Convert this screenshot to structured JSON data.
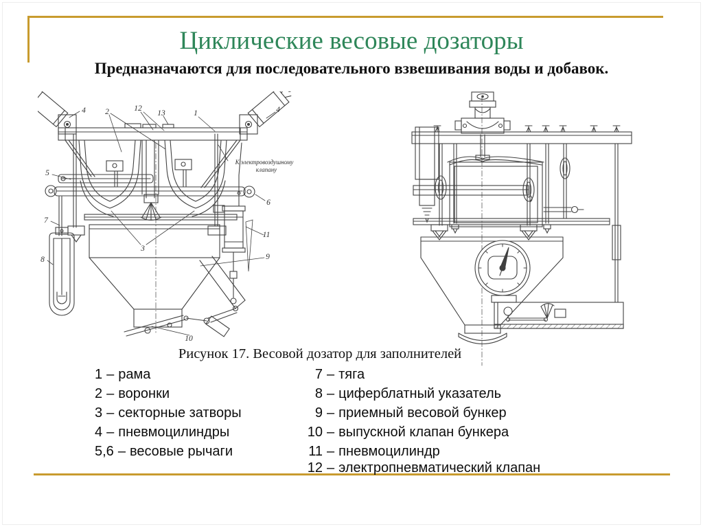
{
  "slide": {
    "title": "Циклические весовые дозаторы",
    "subtitle": "Предназначаются для последовательного взвешивания воды и добавок.",
    "figure_caption": "Рисунок 17. Весовой дозатор для заполнителей"
  },
  "colors": {
    "title_green": "#2E8659",
    "accent_gold": "#C89B2E",
    "drawing_stroke": "#404040"
  },
  "diagram": {
    "note_line1": "К электровоздушному",
    "note_line2": "клапану",
    "callouts": {
      "c1": "1",
      "c2": "2",
      "c3": "3",
      "c4a": "4",
      "c4b": "4",
      "c5": "5",
      "c6": "6",
      "c7": "7",
      "c8": "8",
      "c9": "9",
      "c10": "10",
      "c11": "11",
      "c12": "12",
      "c13": "13"
    }
  },
  "legend": {
    "separator": "–",
    "left": [
      {
        "num": "1",
        "name": "рама"
      },
      {
        "num": "2",
        "name": "воронки"
      },
      {
        "num": "3",
        "name": "секторные затворы"
      },
      {
        "num": "4",
        "name": "пневмоцилиндры"
      },
      {
        "num": "5,6",
        "name": "весовые рычаги"
      }
    ],
    "right": [
      {
        "num": "7",
        "name": "тяга"
      },
      {
        "num": "8",
        "name": "циферблатный указатель"
      },
      {
        "num": "9",
        "name": "приемный весовой бункер"
      },
      {
        "num": "10",
        "name": "выпускной клапан бункера"
      },
      {
        "num": "11",
        "name": "пневмоцилиндр"
      },
      {
        "num": "12",
        "name": "электропневматический клапан"
      }
    ]
  }
}
